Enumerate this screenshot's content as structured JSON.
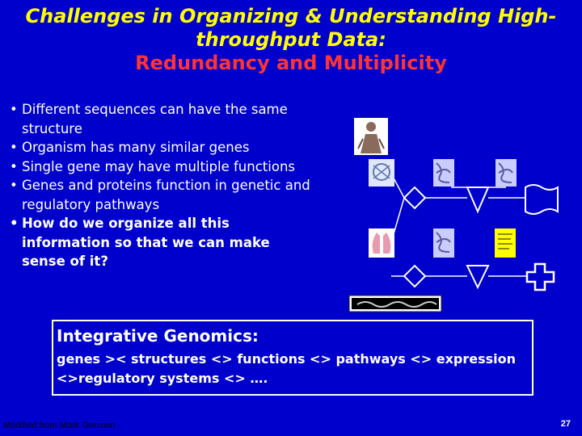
{
  "slide": {
    "title_line1": "Challenges in Organizing & Understanding High-",
    "title_line2": "throughput Data:",
    "title_line3": "Redundancy and Multiplicity",
    "bullets": [
      "Different sequences can have the same structure",
      "Organism has many similar genes",
      "Single gene may have multiple functions",
      "Genes and proteins function in genetic and regulatory pathways",
      "How do we organize all this information so that we can make sense of it?"
    ],
    "box_heading": "Integrative Genomics:",
    "box_text": "genes >< structures <> functions <> pathways <> expression <>regulatory systems <> ….",
    "credit": "Modified from Mark Gerstein",
    "page_number": "27"
  },
  "colors": {
    "background": "#0000cc",
    "title": "#ffff00",
    "subtitle": "#ff3333",
    "text": "#ffffff"
  }
}
